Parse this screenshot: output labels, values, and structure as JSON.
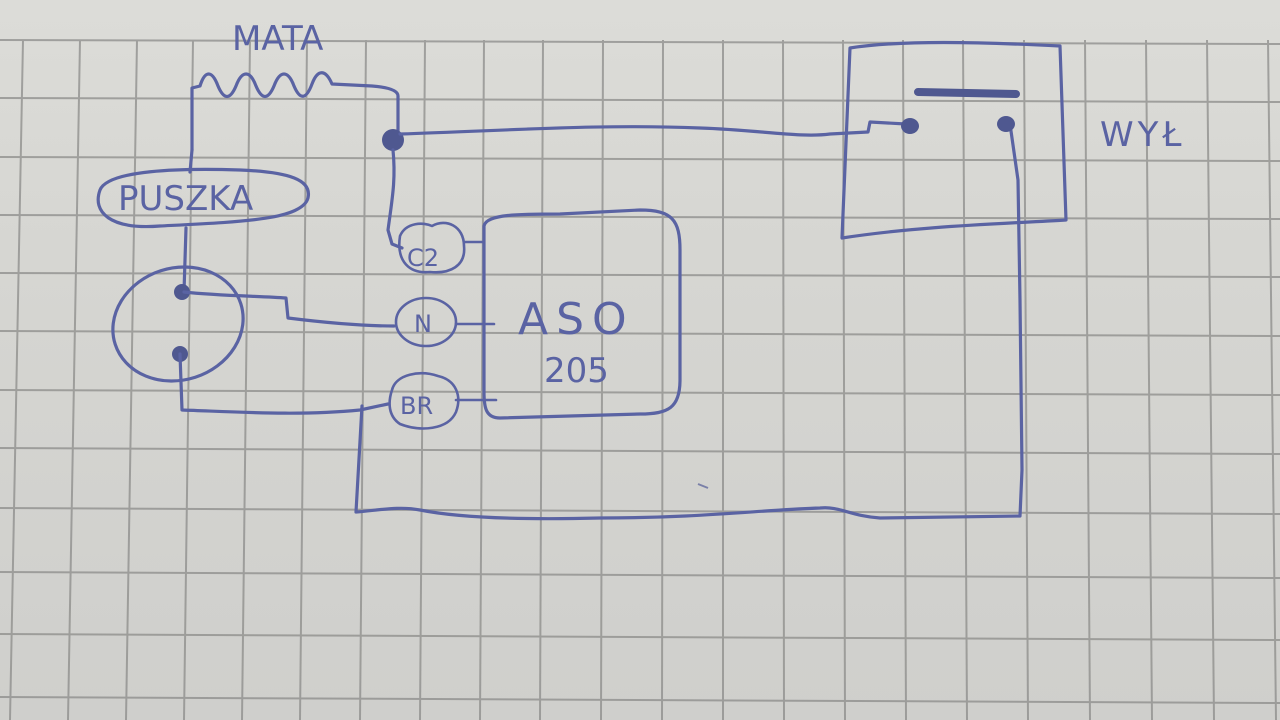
{
  "diagram": {
    "type": "hand-drawn wiring sketch on grid paper",
    "colors": {
      "paper": "#d6d6d2",
      "grid": "#8a8a88",
      "ink": "#5a63a3"
    },
    "labels": {
      "heater": "MATA",
      "junction_box": "PUSZKA",
      "module_name": "ASO",
      "module_model": "205",
      "terminal_c2": "C2",
      "terminal_n": "N",
      "terminal_br": "BR",
      "switch": "WYŁ"
    },
    "components": [
      {
        "id": "heater",
        "label": "MATA",
        "symbol": "resistor-zigzag"
      },
      {
        "id": "junction_box",
        "label": "PUSZKA",
        "symbol": "oval"
      },
      {
        "id": "socket",
        "label": "",
        "symbol": "circle-with-two-pins"
      },
      {
        "id": "module",
        "label": "ASO 205",
        "symbol": "rounded-rectangle",
        "terminals": [
          "C2",
          "N",
          "BR"
        ]
      },
      {
        "id": "switch",
        "label": "WYŁ",
        "symbol": "rectangle-with-two-contacts"
      }
    ],
    "connections": [
      {
        "from": "heater",
        "to": "junction_node"
      },
      {
        "from": "junction_node",
        "to": "switch.contact_left"
      },
      {
        "from": "junction_node",
        "to": "module.C2"
      },
      {
        "from": "heater",
        "to": "junction_box"
      },
      {
        "from": "junction_box",
        "to": "socket.pin_top"
      },
      {
        "from": "socket.pin_top",
        "to": "module.N"
      },
      {
        "from": "socket.pin_bottom",
        "to": "module.BR"
      },
      {
        "from": "module.BR",
        "to": "switch.contact_right"
      }
    ]
  }
}
